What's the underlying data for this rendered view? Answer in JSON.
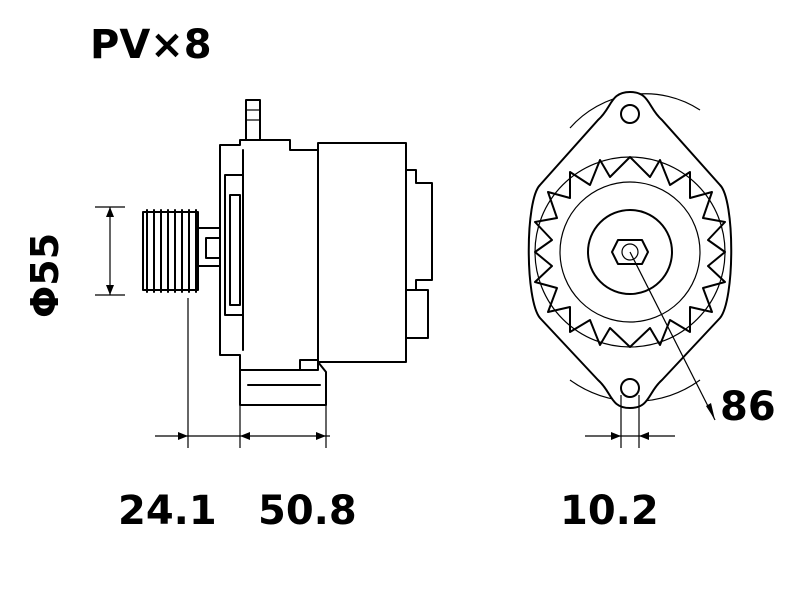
{
  "diagram": {
    "title": "PV×8",
    "dimensions": {
      "diameter": "Φ55",
      "pulley_offset": "24.1",
      "mount_length": "50.8",
      "mount_hole": "10.2",
      "outer_radius": "86"
    }
  }
}
